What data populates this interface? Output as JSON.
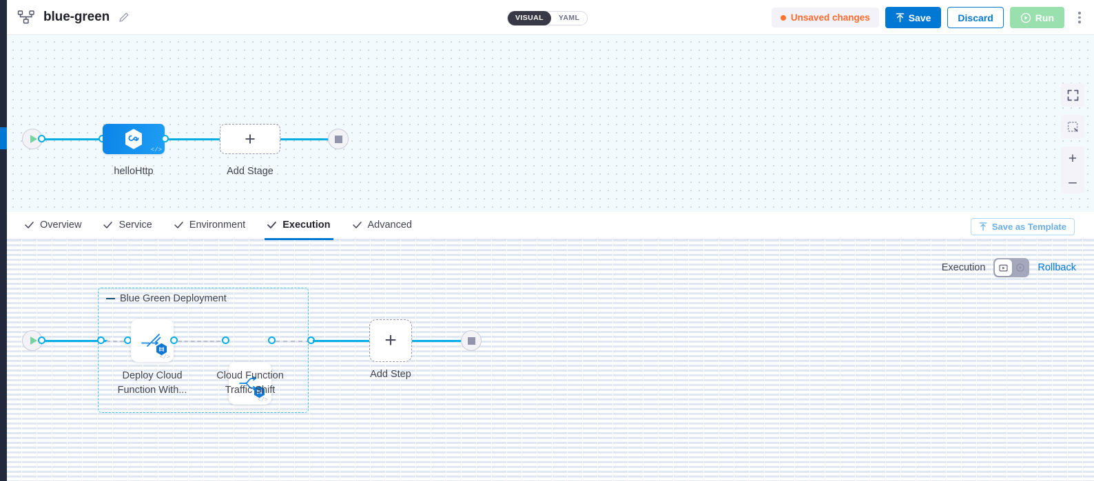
{
  "header": {
    "pipeline_icon": "pipeline-nodes-icon",
    "title": "blue-green",
    "edit_icon": "pencil-icon",
    "mode_toggle": {
      "visual": "VISUAL",
      "yaml": "YAML",
      "selected": "VISUAL"
    },
    "unsaved_label": "Unsaved changes",
    "save_label": "Save",
    "discard_label": "Discard",
    "run_label": "Run",
    "menu_icon": "kebab-menu-icon",
    "colors": {
      "primary_blue": "#0278d5",
      "unsaved_orange": "#ff6b30",
      "run_green": "#9adfae",
      "toggle_dark": "#383946"
    }
  },
  "stage_canvas": {
    "start_node": "start-icon",
    "stop_node": "stop-icon",
    "stage": {
      "label": "helloHttp",
      "code_mark": "</>",
      "icon": "harness-hexagon-icon"
    },
    "add_stage": {
      "label": "Add Stage",
      "plus": "+"
    }
  },
  "canvas_controls": {
    "fullscreen": "expand-icon",
    "fit": "fit-to-screen-icon",
    "zoom_in": "+",
    "zoom_out": "–"
  },
  "tabs": {
    "items": [
      {
        "label": "Overview",
        "active": false
      },
      {
        "label": "Service",
        "active": false
      },
      {
        "label": "Environment",
        "active": false
      },
      {
        "label": "Execution",
        "active": true
      },
      {
        "label": "Advanced",
        "active": false
      }
    ],
    "save_template_label": "Save as Template",
    "save_template_icon": "upload-icon"
  },
  "execution_bar": {
    "execution_label": "Execution",
    "rollback_label": "Rollback",
    "toggle_left_icon": "execution-play-box-icon",
    "toggle_right_icon": "rollback-play-circle-icon",
    "selected": "Execution"
  },
  "step_canvas": {
    "start_node": "start-icon",
    "stop_node": "stop-icon",
    "group": {
      "title": "Blue Green Deployment",
      "steps": [
        {
          "label_line1": "Deploy Cloud",
          "label_line2": "Function With...",
          "icon": "deploy-cloud-function-icon",
          "badge": "harness-hexagon-badge",
          "code_mark": "</>"
        },
        {
          "label_line1": "Cloud Function",
          "label_line2": "Traffic Shift",
          "icon": "traffic-shift-icon",
          "badge": "harness-hexagon-badge",
          "code_mark": "</>"
        }
      ]
    },
    "add_step": {
      "label": "Add Step",
      "plus": "+"
    }
  }
}
